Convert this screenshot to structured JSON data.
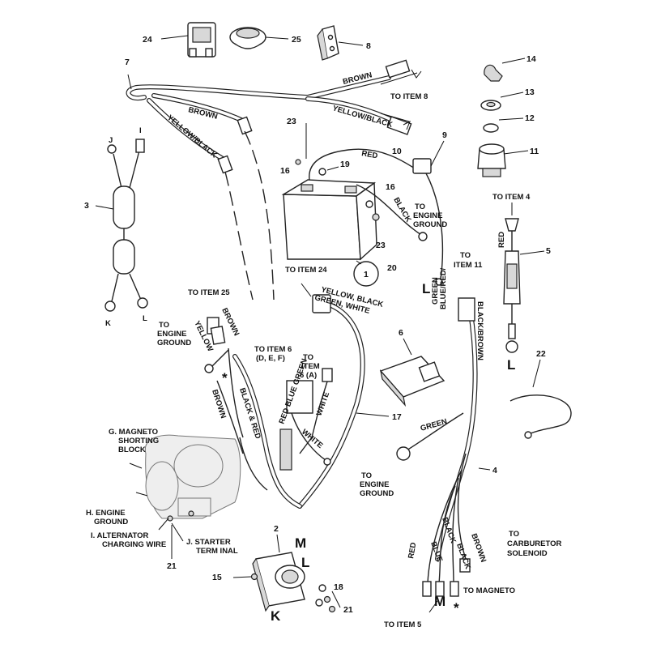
{
  "labels": {
    "n24": "24",
    "n25": "25",
    "n8": "8",
    "n7": "7",
    "n14": "14",
    "n13": "13",
    "n12": "12",
    "n11": "11",
    "n9": "9",
    "n10": "10",
    "n23a": "23",
    "n16a": "16",
    "n19": "19",
    "n16b": "16",
    "n23b": "23",
    "n20": "20",
    "n1": "1",
    "n3": "3",
    "n5": "5",
    "n6": "6",
    "n22": "22",
    "n17": "17",
    "n4": "4",
    "n2": "2",
    "n15": "15",
    "n18": "18",
    "n21a": "21",
    "n21b": "21",
    "brown_top": "BROWN",
    "to_item_8": "TO ITEM 8",
    "yellow_black_top": "YELLOW/BLACK",
    "brown_mid": "BROWN",
    "yellow_black_mid": "YELLOW/BLACK",
    "red_top": "RED",
    "black_batt": "BLACK",
    "to_engine_ground_batt_1": "TO",
    "to_engine_ground_batt_2": "ENGINE",
    "to_engine_ground_batt_3": "GROUND",
    "to_item_4": "TO ITEM 4",
    "red_small": "RED",
    "to_item_11_1": "TO",
    "to_item_11_2": "ITEM 11",
    "black_brown": "BLACK/BROWN",
    "blue_red": "BLUE/RED/",
    "green_conn": "GREEN",
    "to_item_24": "TO ITEM 24",
    "ybgw_1": "YELLOW, BLACK",
    "ybgw_2": "GREEN, WHITE",
    "to_item_25": "TO ITEM 25",
    "to_eg_left_1": "TO",
    "to_eg_left_2": "ENGINE",
    "to_eg_left_3": "GROUND",
    "yellow_left": "YELLOW",
    "brown_left": "BROWN",
    "brown_lower": "BROWN",
    "black_red": "BLACK & RED",
    "to_item_6_1": "TO ITEM 6",
    "to_item_6_2": "(D, E, F)",
    "to_item_6a_1": "TO",
    "to_item_6a_2": "ITEM",
    "to_item_6a_3": "6 (A)",
    "white_1": "WHITE",
    "white_2": "WHITE",
    "red_blue_green": "RED BLUE GREEN",
    "green_main": "GREEN",
    "to_eg_low_1": "TO",
    "to_eg_low_2": "ENGINE",
    "to_eg_low_3": "GROUND",
    "g_mag_1": "G. MAGNETO",
    "g_mag_2": "SHORTING",
    "g_mag_3": "BLOCK",
    "h_eng_1": "H. ENGINE",
    "h_eng_2": "GROUND",
    "i_alt_1": "I. ALTERNATOR",
    "i_alt_2": "CHARGING WIRE",
    "j_st_1": "J. STARTER",
    "j_st_2": "TERM INAL",
    "red_bottom": "RED",
    "blue_bottom": "BLUE",
    "black_bottom": "BLACK",
    "brown_bottom": "BROWN",
    "black_bottom2": "BLACK",
    "to_carb_1": "TO",
    "to_carb_2": "CARBURETOR",
    "to_carb_3": "SOLENOID",
    "to_magneto": "TO MAGNETO",
    "to_item_5": "TO ITEM 5",
    "letter_J": "J",
    "letter_I": "I",
    "letter_K_left": "K",
    "letter_L_left": "L",
    "letter_L_batt": "L",
    "letter_L_right": "L",
    "letter_M_sw": "M",
    "letter_L_sw": "L",
    "letter_K_sw": "K",
    "letter_M_bottom": "M",
    "asterisk_bottom": "*",
    "asterisk_left": "*"
  },
  "colors": {
    "ink": "#222222",
    "paper": "#ffffff"
  }
}
